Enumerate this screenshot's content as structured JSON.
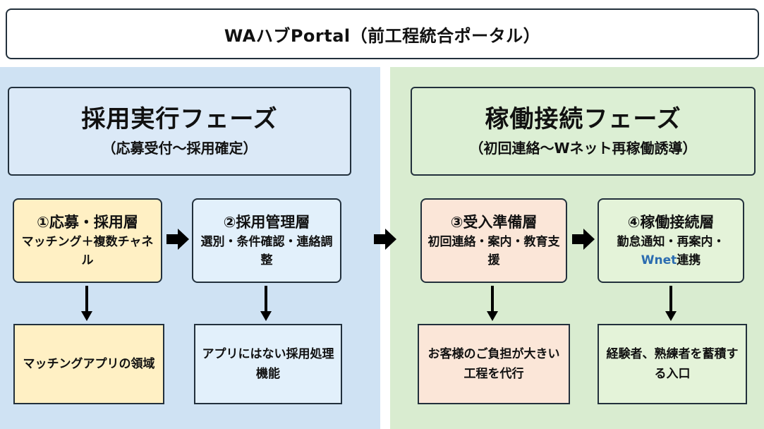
{
  "title": "WAハブPortal（前工程統合ポータル）",
  "phases": [
    {
      "title": "採用実行フェーズ",
      "subtitle": "（応募受付～採用確定）"
    },
    {
      "title": "稼働接続フェーズ",
      "subtitle": "（初回連絡～Wネット再稼働誘導）"
    }
  ],
  "layers": [
    {
      "title": "①応募・採用層",
      "desc": "マッチング＋複数チャネル",
      "desc_prefix": "",
      "bottom": "マッチングアプリの領域"
    },
    {
      "title": "②採用管理層",
      "desc": "選別・条件確認・連絡調整",
      "desc_prefix": "",
      "bottom": "アプリにはない採用処理機能"
    },
    {
      "title": "③受入準備層",
      "desc": "初回連絡・案内・教育支援",
      "desc_prefix": "",
      "bottom": "お客様のご負担が大きい工程を代行"
    },
    {
      "title": "④稼働接続層",
      "desc_prefix": "勤怠通知・再案内・",
      "desc_highlight": "Wnet",
      "desc_suffix": "連携",
      "bottom": "経験者、熟練者を蓄積する入口"
    }
  ],
  "colors": {
    "phase1_bg": "#cfe2f3",
    "phase2_bg": "#d9ecd0",
    "layer1": "#fff0c4",
    "layer2": "#e2f0fb",
    "layer3": "#fbe6d8",
    "layer4": "#e4f3d9",
    "highlight_text": "#2b6cb0"
  },
  "icons": {
    "flow_arrow": "right-arrow-icon",
    "down_arrow": "down-arrow-icon"
  }
}
